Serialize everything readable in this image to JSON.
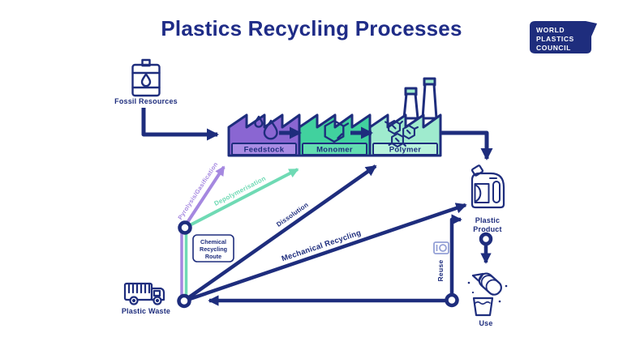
{
  "title": "Plastics Recycling Processes",
  "logo": {
    "lines": [
      "WORLD",
      "PLASTICS",
      "COUNCIL"
    ]
  },
  "factory": {
    "feedstock_label": "Feedstock",
    "monomer_label": "Monomer",
    "polymer_label": "Polymer"
  },
  "entities": {
    "fossil_resources": "Fossil Resources",
    "plastic_waste": "Plastic Waste",
    "plastic_product_line1": "Plastic",
    "plastic_product_line2": "Product",
    "use": "Use"
  },
  "routes": {
    "pyrolysis": "Pyrolysis/Gasification",
    "depolymerisation": "Depolymerisation",
    "dissolution": "Dissolution",
    "mechanical_recycling": "Mechanical Recycling",
    "reuse": "Reuse",
    "chemical_recycling_box": [
      "Chemical",
      "Recycling",
      "Route"
    ]
  },
  "colors": {
    "navy": "#1e2d7d",
    "purple_arrow": "#a588e0",
    "purple_body": "#8a66d2",
    "purple_strip": "#a98ce4",
    "green_arrow": "#6fdab4",
    "green_body": "#41d19e",
    "green_strip": "#63ddb1",
    "mint_body": "#9febce",
    "mint_strip": "#b9f2dc",
    "reuse_icon": "#94a0d6",
    "white": "#ffffff"
  }
}
